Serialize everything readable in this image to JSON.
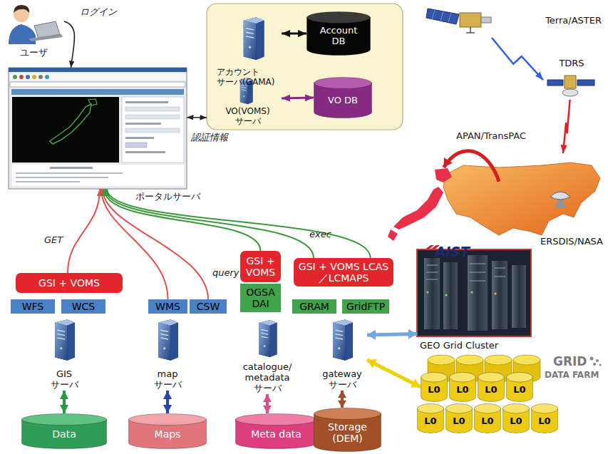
{
  "diagram": {
    "nodes": [
      {
        "text": [
          "ユーザ"
        ]
      },
      {
        "text": [
          "ポータルサーバ"
        ]
      },
      {
        "text": []
      },
      {
        "text": [
          "アカウント サーバ(GAMA)"
        ],
        "in": 2
      },
      {
        "text": [
          "Account DB"
        ],
        "in": 2
      },
      {
        "text": [
          "VO(VOMS) サーバ"
        ],
        "in": 2
      },
      {
        "text": [
          "VO DB"
        ],
        "in": 2
      },
      {
        "text": [
          "Terra/ASTER"
        ]
      },
      {
        "text": [
          "TDRS"
        ]
      },
      {
        "text": [
          "ERSDIS/NASA"
        ]
      },
      {
        "text": [
          "AIST"
        ]
      },
      {
        "text": [
          "GSI + VOMS"
        ]
      },
      {
        "text": [
          "GSI + VOMS"
        ]
      },
      {
        "text": [
          "GSI + VOMS LCAS／LCMAPS"
        ]
      },
      {
        "text": [
          "WFS"
        ]
      },
      {
        "text": [
          "WCS"
        ]
      },
      {
        "text": [
          "WMS"
        ]
      },
      {
        "text": [
          "CSW"
        ]
      },
      {
        "text": [
          "OGSA DAI"
        ]
      },
      {
        "text": [
          "GRAM"
        ]
      },
      {
        "text": [
          "GridFTP"
        ]
      },
      {
        "text": [
          "GIS サーバ"
        ]
      },
      {
        "text": [
          "map サーバ"
        ]
      },
      {
        "text": [
          "catalogue/ metadata サーバ"
        ]
      },
      {
        "text": [
          "gateway サーバ"
        ]
      },
      {
        "text": [
          "Data"
        ]
      },
      {
        "text": [
          "Maps"
        ]
      },
      {
        "text": [
          "Meta data"
        ]
      },
      {
        "text": [
          "Storage (DEM)"
        ]
      },
      {
        "text": [
          "GEO Grid Cluster"
        ]
      },
      {
        "text": [
          "L0"
        ]
      },
      {
        "text": [
          "L0"
        ]
      },
      {
        "text": [
          "L0"
        ]
      },
      {
        "text": [
          "L0"
        ]
      },
      {
        "text": [
          "L0"
        ]
      },
      {
        "text": [
          "L0"
        ]
      },
      {
        "text": [
          "L0"
        ]
      },
      {
        "text": [
          "L0"
        ]
      },
      {
        "text": [
          "L0"
        ]
      }
    ],
    "edges": [
      {
        "from": 0,
        "to": 1,
        "arrow": "to",
        "label": "ログイン"
      },
      {
        "from": 1,
        "to": 2,
        "arrow": "both",
        "label": "認証情報"
      },
      {
        "from": 3,
        "to": 4,
        "arrow": "both"
      },
      {
        "from": 5,
        "to": 6,
        "arrow": "both"
      },
      {
        "from": 7,
        "to": 8,
        "arrow": "to"
      },
      {
        "from": 8,
        "to": 9,
        "arrow": "to"
      },
      {
        "from": 9,
        "to": 10,
        "arrow": "to",
        "label": "APAN/TransPAC"
      },
      {
        "from": 11,
        "to": 1,
        "arrow": "to",
        "label": "GET"
      },
      {
        "from": 16,
        "to": 1,
        "arrow": "to"
      },
      {
        "from": 17,
        "to": 1,
        "arrow": "to",
        "label": "query"
      },
      {
        "from": 12,
        "to": 1,
        "arrow": "to"
      },
      {
        "from": 13,
        "to": 1,
        "arrow": "to",
        "label": "exec"
      },
      {
        "from": 13,
        "to": 1,
        "arrow": "to"
      },
      {
        "from": 21,
        "to": 25,
        "arrow": "both"
      },
      {
        "from": 22,
        "to": 26,
        "arrow": "both"
      },
      {
        "from": 23,
        "to": 27,
        "arrow": "both"
      },
      {
        "from": 24,
        "to": 28,
        "arrow": "both"
      },
      {
        "from": 24,
        "to": 29,
        "arrow": "both"
      },
      {
        "from": 24,
        "to": 30,
        "arrow": "both"
      }
    ],
    "labels": [
      "GRID",
      "DATA FARM"
    ]
  }
}
